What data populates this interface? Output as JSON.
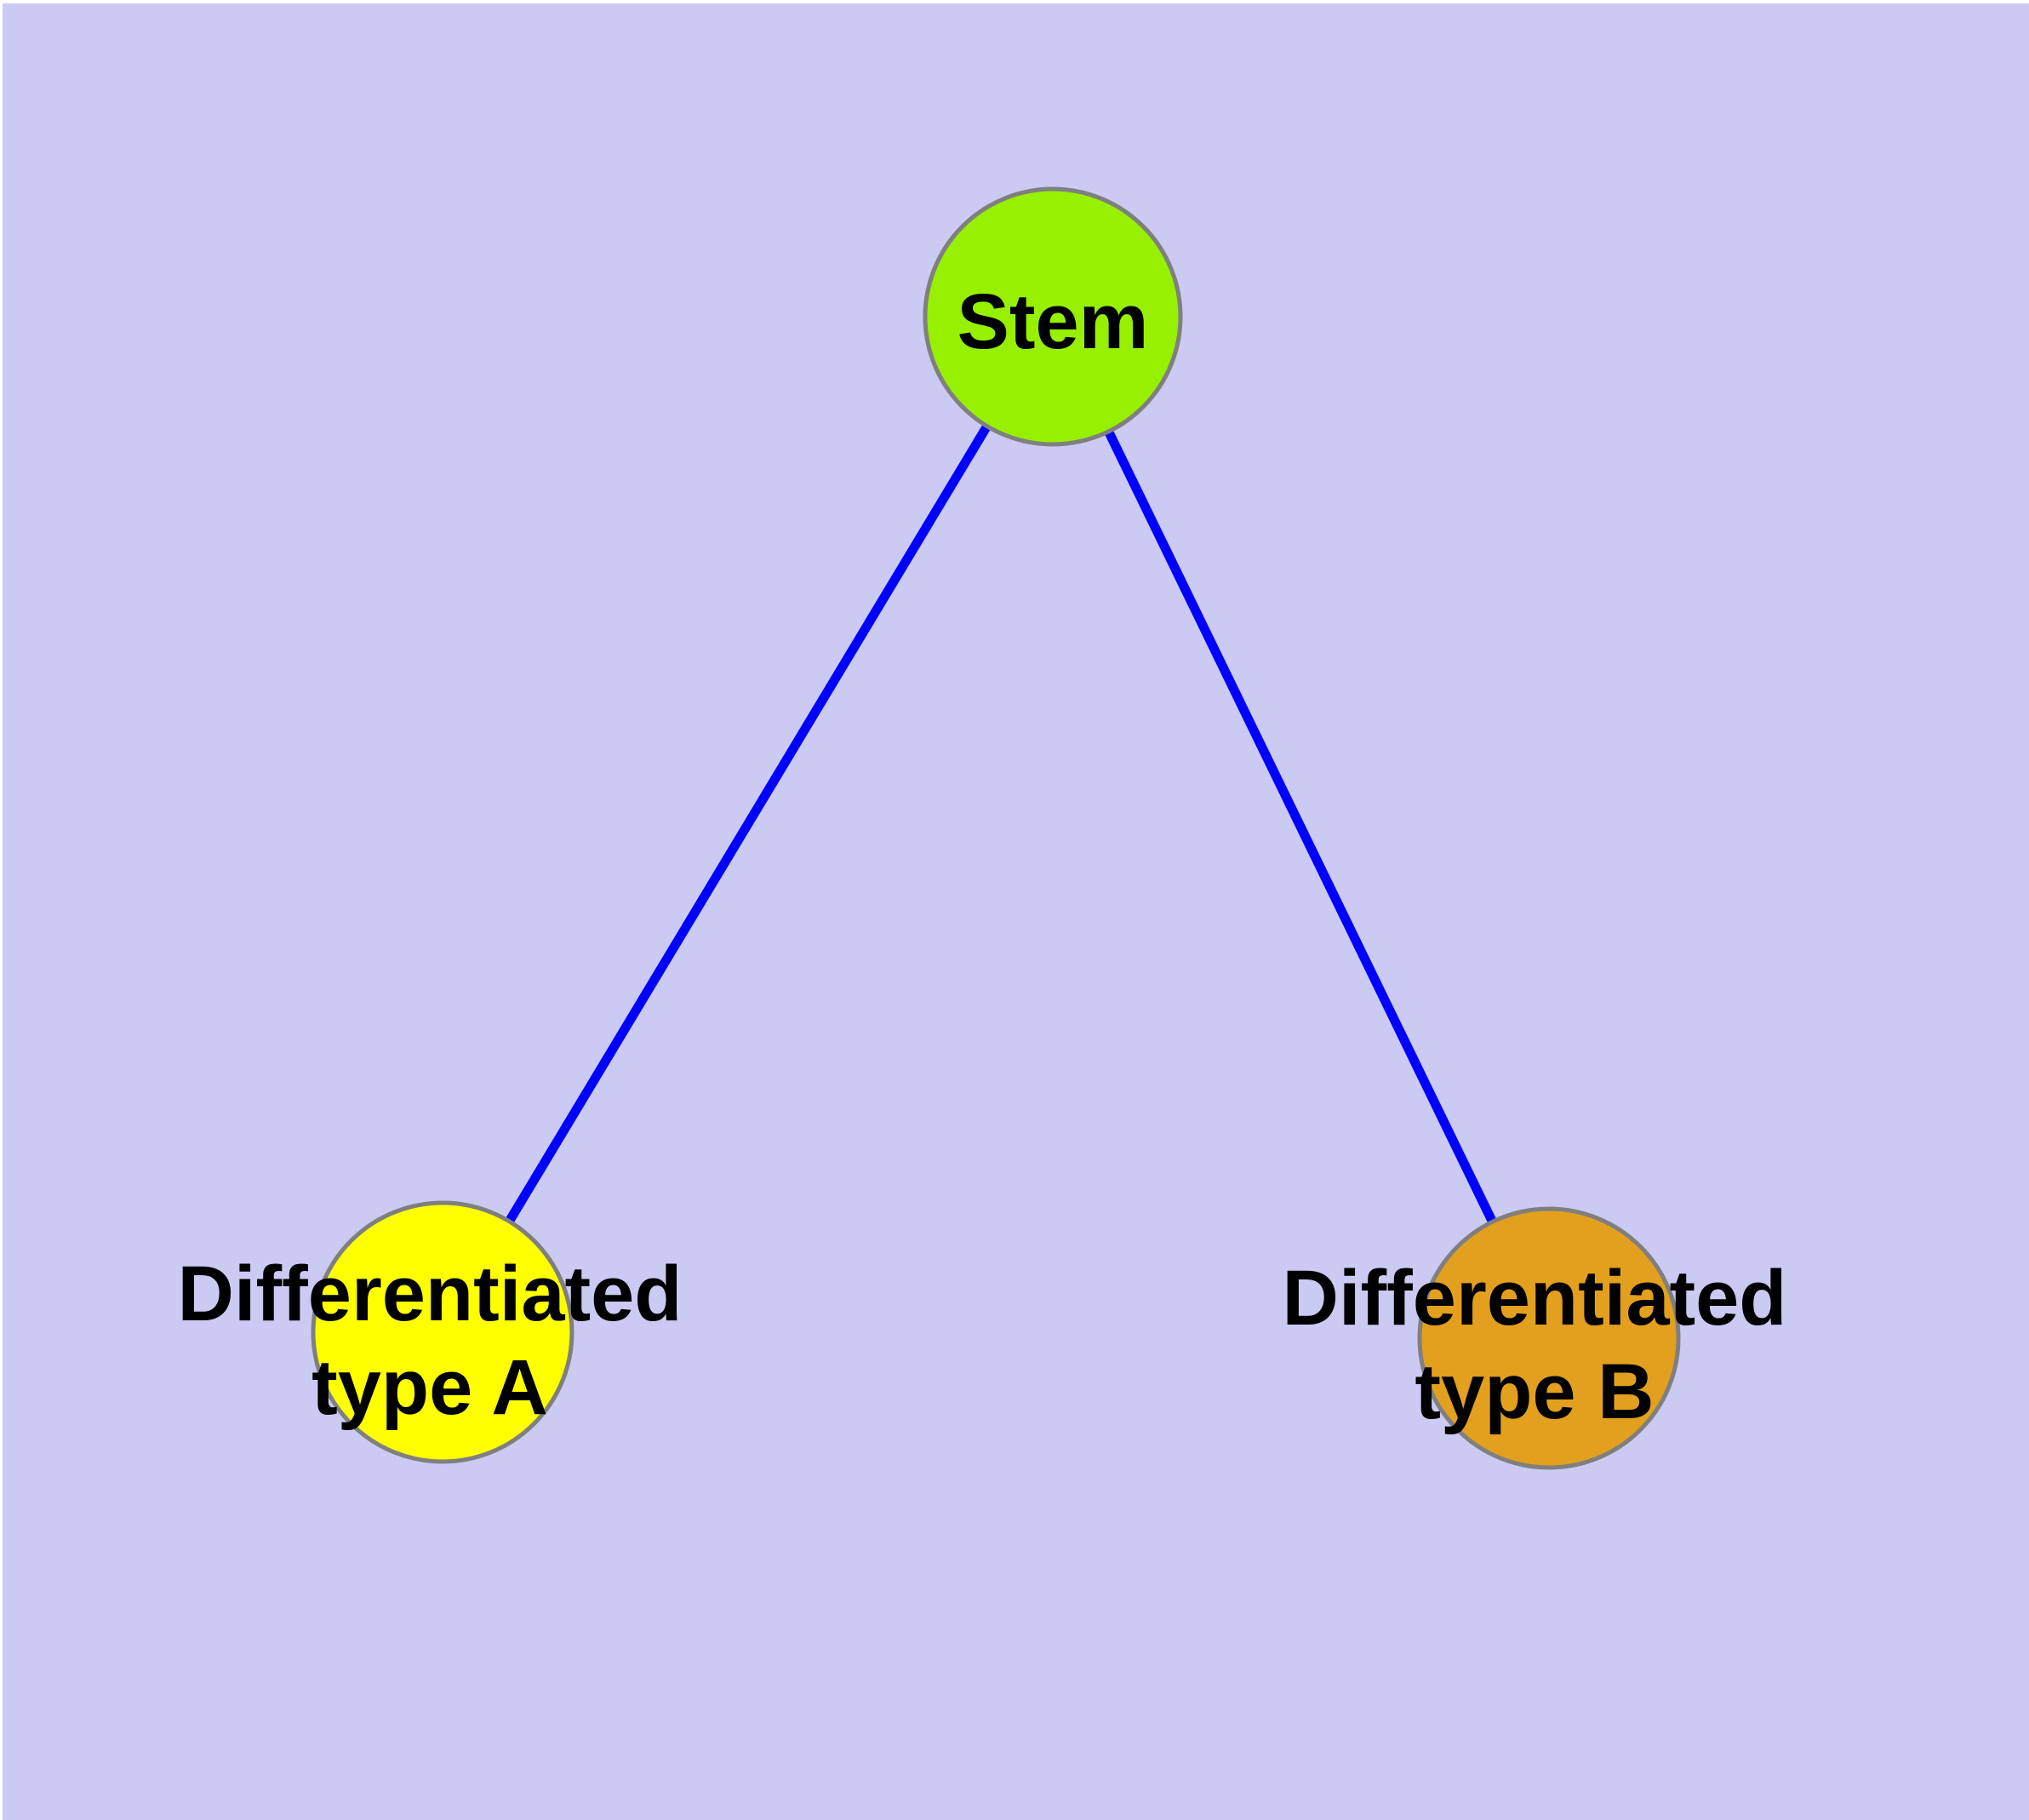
{
  "diagram": {
    "type": "node-link-graph",
    "background_color": "#CACAF3",
    "node_border_color": "#7F7F7F",
    "edge_color": "#0000FF",
    "label_color": "#000000",
    "nodes": [
      {
        "id": "stem",
        "label": "Stem",
        "color": "#96F000"
      },
      {
        "id": "differentiated-type-a",
        "label": "Differentiated\ntype A",
        "color": "#FFFF00"
      },
      {
        "id": "differentiated-type-b",
        "label": "Differentiated\ntype B",
        "color": "#E3A01E"
      }
    ],
    "edges": [
      {
        "from": "Stem",
        "to": "Differentiated type A"
      },
      {
        "from": "Stem",
        "to": "Differentiated type B"
      }
    ]
  }
}
